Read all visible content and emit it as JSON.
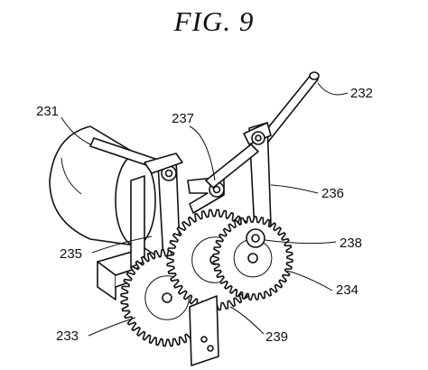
{
  "figure": {
    "title": "FIG. 9"
  },
  "reference_numerals": {
    "n231": "231",
    "n232": "232",
    "n233": "233",
    "n234": "234",
    "n235": "235",
    "n236": "236",
    "n237": "237",
    "n238": "238",
    "n239": "239"
  },
  "colors": {
    "ink": "#111111",
    "paper": "#ffffff"
  }
}
